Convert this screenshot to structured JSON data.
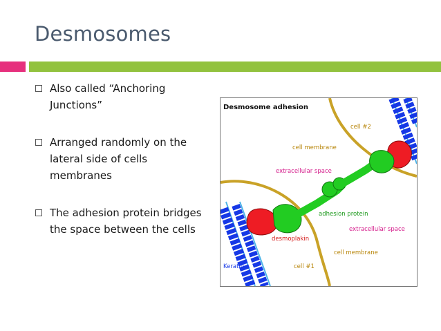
{
  "slide": {
    "title": "Desmosomes",
    "bullets": [
      "Also called “Anchoring Junctions”",
      "Arranged randomly on the lateral side of cells membranes",
      "The adhesion protein bridges the space between the cells"
    ]
  },
  "figure": {
    "title": "Desmosome adhesion",
    "labels": {
      "cell2": "cell #2",
      "cell_membrane_top": "cell membrane",
      "extracellular_space_top": "extracellular space",
      "adhesion_protein": "adhesion protein",
      "extracellular_space_bottom": "extracellular space",
      "desmoplakin": "desmoplakin",
      "cell_membrane_bottom": "cell membrane",
      "keratin": "Keratin",
      "cell1": "cell #1"
    }
  },
  "colors": {
    "title_text": "#4a5a6e",
    "accent_pink": "#e6307d",
    "accent_green": "#92c23e",
    "membrane": "#c9a227",
    "keratin_blue": "#1638e6",
    "desmoplakin_red": "#ee1c24",
    "adhesion_green": "#22cc22"
  }
}
